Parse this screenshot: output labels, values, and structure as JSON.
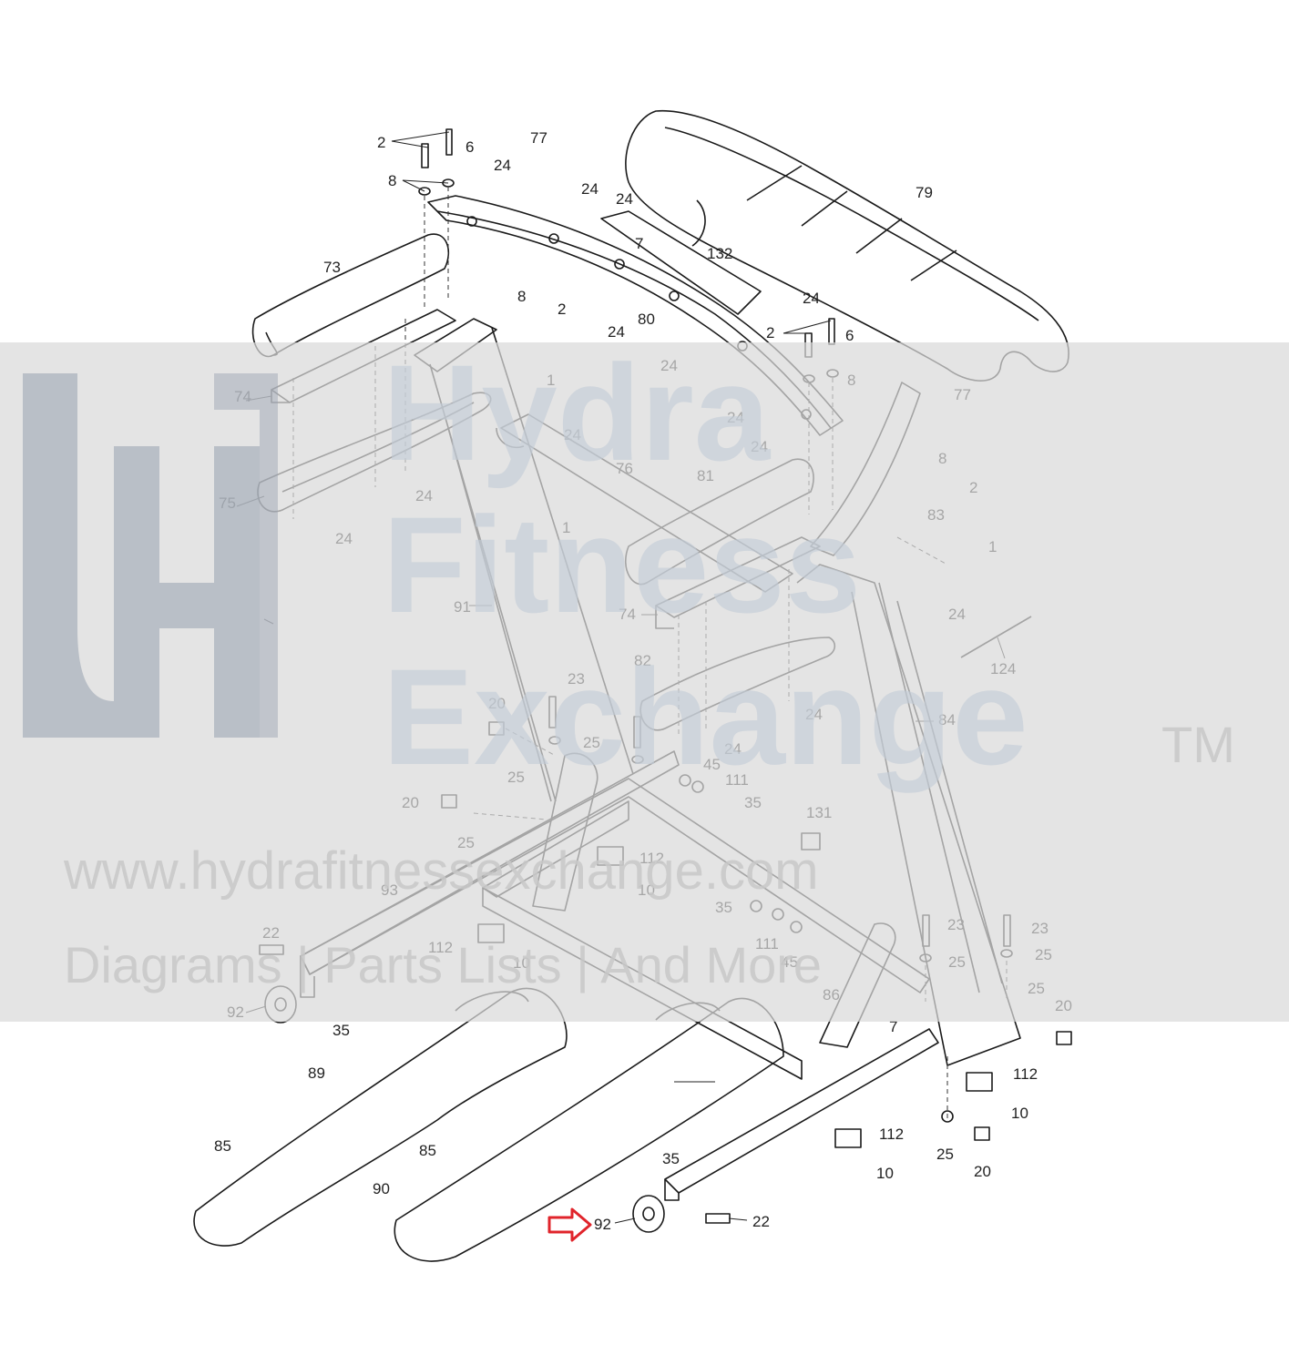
{
  "watermark": {
    "line1": "Hydra",
    "line2": "Fitness",
    "line3": "Exchange",
    "tm": "TM",
    "url": "www.hydrafitnessexchange.com",
    "tagline": "Diagrams | Parts Lists | And More"
  },
  "callouts": [
    {
      "id": "c2a",
      "text": "2"
    },
    {
      "id": "c6a",
      "text": "6"
    },
    {
      "id": "c77a",
      "text": "77"
    },
    {
      "id": "c8a",
      "text": "8"
    },
    {
      "id": "c24a",
      "text": "24"
    },
    {
      "id": "c24b",
      "text": "24"
    },
    {
      "id": "c24c",
      "text": "24"
    },
    {
      "id": "c79",
      "text": "79"
    },
    {
      "id": "c7a",
      "text": "7"
    },
    {
      "id": "c132",
      "text": "132"
    },
    {
      "id": "c73",
      "text": "73"
    },
    {
      "id": "c8b",
      "text": "8"
    },
    {
      "id": "c2b",
      "text": "2"
    },
    {
      "id": "c24d",
      "text": "24"
    },
    {
      "id": "c80",
      "text": "80"
    },
    {
      "id": "c24e",
      "text": "24"
    },
    {
      "id": "c24f",
      "text": "24"
    },
    {
      "id": "c2c",
      "text": "2"
    },
    {
      "id": "c6b",
      "text": "6"
    },
    {
      "id": "c1a",
      "text": "1"
    },
    {
      "id": "c8c",
      "text": "8"
    },
    {
      "id": "c74a",
      "text": "74"
    },
    {
      "id": "c77b",
      "text": "77"
    },
    {
      "id": "c24g",
      "text": "24"
    },
    {
      "id": "c24h",
      "text": "24"
    },
    {
      "id": "c24i",
      "text": "24"
    },
    {
      "id": "c8d",
      "text": "8"
    },
    {
      "id": "c2d",
      "text": "2"
    },
    {
      "id": "c76",
      "text": "76"
    },
    {
      "id": "c81",
      "text": "81"
    },
    {
      "id": "c75",
      "text": "75"
    },
    {
      "id": "c24j",
      "text": "24"
    },
    {
      "id": "c1b",
      "text": "1"
    },
    {
      "id": "c83",
      "text": "83"
    },
    {
      "id": "c1c",
      "text": "1"
    },
    {
      "id": "c24k",
      "text": "24"
    },
    {
      "id": "c91",
      "text": "91"
    },
    {
      "id": "c74b",
      "text": "74"
    },
    {
      "id": "c24l",
      "text": "24"
    },
    {
      "id": "c124",
      "text": "124"
    },
    {
      "id": "c82",
      "text": "82"
    },
    {
      "id": "c23a",
      "text": "23"
    },
    {
      "id": "c20a",
      "text": "20"
    },
    {
      "id": "c24m",
      "text": "24"
    },
    {
      "id": "c84",
      "text": "84"
    },
    {
      "id": "c25a",
      "text": "25"
    },
    {
      "id": "c24n",
      "text": "24"
    },
    {
      "id": "c25b",
      "text": "25"
    },
    {
      "id": "c45a",
      "text": "45"
    },
    {
      "id": "c111a",
      "text": "111"
    },
    {
      "id": "c35a",
      "text": "35"
    },
    {
      "id": "c20b",
      "text": "20"
    },
    {
      "id": "c131",
      "text": "131"
    },
    {
      "id": "c25c",
      "text": "25"
    },
    {
      "id": "c112a",
      "text": "112"
    },
    {
      "id": "c10a",
      "text": "10"
    },
    {
      "id": "c93",
      "text": "93"
    },
    {
      "id": "c35b",
      "text": "35"
    },
    {
      "id": "c22a",
      "text": "22"
    },
    {
      "id": "c111b",
      "text": "111"
    },
    {
      "id": "c23b",
      "text": "23"
    },
    {
      "id": "c23c",
      "text": "23"
    },
    {
      "id": "c112b",
      "text": "112"
    },
    {
      "id": "c10b",
      "text": "10"
    },
    {
      "id": "c45b",
      "text": "45"
    },
    {
      "id": "c25d",
      "text": "25"
    },
    {
      "id": "c25e",
      "text": "25"
    },
    {
      "id": "c86",
      "text": "86"
    },
    {
      "id": "c92a",
      "text": "92"
    },
    {
      "id": "c35c",
      "text": "35"
    },
    {
      "id": "c25f",
      "text": "25"
    },
    {
      "id": "c20c",
      "text": "20"
    },
    {
      "id": "c7b",
      "text": "7"
    },
    {
      "id": "c89",
      "text": "89"
    },
    {
      "id": "c112c",
      "text": "112"
    },
    {
      "id": "c10c",
      "text": "10"
    },
    {
      "id": "c112d",
      "text": "112"
    },
    {
      "id": "c85a",
      "text": "85"
    },
    {
      "id": "c85b",
      "text": "85"
    },
    {
      "id": "c25g",
      "text": "25"
    },
    {
      "id": "c20d",
      "text": "20"
    },
    {
      "id": "c35d",
      "text": "35"
    },
    {
      "id": "c10d",
      "text": "10"
    },
    {
      "id": "c90",
      "text": "90"
    },
    {
      "id": "c22b",
      "text": "22"
    },
    {
      "id": "c92b",
      "text": "92"
    }
  ],
  "highlight": {
    "color": "#e0242b",
    "target_part": "92"
  }
}
